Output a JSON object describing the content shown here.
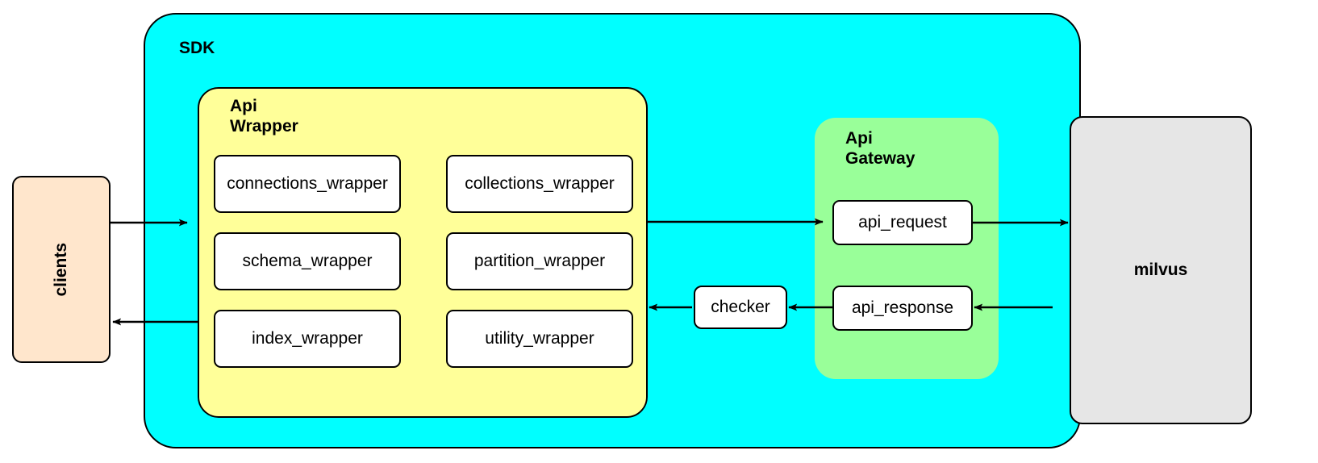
{
  "diagram": {
    "title_nodes": {
      "sdk": "SDK",
      "api_wrapper": "Api\nWrapper",
      "api_wrapper_line1": "Api",
      "api_wrapper_line2": "Wrapper",
      "api_gateway_line1": "Api",
      "api_gateway_line2": "Gateway"
    },
    "external": {
      "clients": "clients",
      "milvus": "milvus"
    },
    "wrapper_modules": [
      "connections_wrapper",
      "collections_wrapper",
      "schema_wrapper",
      "partition_wrapper",
      "index_wrapper",
      "utility_wrapper"
    ],
    "gateway_modules": [
      "api_request",
      "api_response"
    ],
    "checker": "checker",
    "colors": {
      "sdk_fill": "#00ffff",
      "api_wrapper_fill": "#ffff99",
      "api_gateway_fill": "#99ff99",
      "clients_fill": "#ffe6cc",
      "milvus_fill": "#e6e6e6",
      "module_fill": "#ffffff",
      "stroke": "#000000",
      "background": "#ffffff"
    },
    "flows": [
      {
        "from": "clients",
        "to": "Api Wrapper",
        "direction": "right"
      },
      {
        "from": "Api Wrapper",
        "to": "Api Gateway",
        "direction": "right"
      },
      {
        "from": "api_request",
        "to": "milvus",
        "direction": "right"
      },
      {
        "from": "milvus",
        "to": "api_response",
        "direction": "left"
      },
      {
        "from": "api_response",
        "to": "checker",
        "direction": "left"
      },
      {
        "from": "checker",
        "to": "Api Wrapper",
        "direction": "left"
      },
      {
        "from": "Api Wrapper",
        "to": "clients",
        "direction": "left"
      }
    ]
  }
}
